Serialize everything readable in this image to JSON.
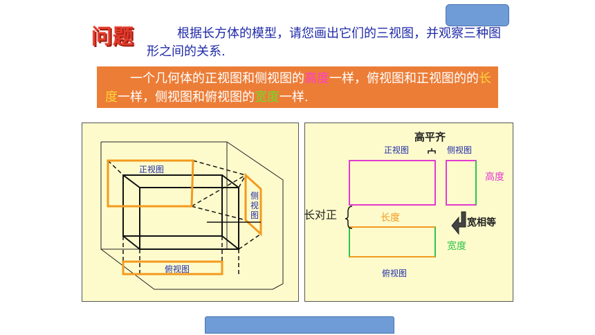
{
  "slide": {
    "title": "问题",
    "question": "根据长方体的模型，请您画出它们的三视图，并观察三种图形之间的关系.",
    "rule": {
      "part1": "一个几何体的正视图和侧视图的",
      "hl1": "高度",
      "part2": "一样，俯视图和正视图的的",
      "hl2": "长度",
      "part3": "一样，侧视图和俯视图的",
      "hl3": "宽度",
      "part4": "一样."
    }
  },
  "left_figure": {
    "front_label": "正视图",
    "side_label": "侧视图",
    "top_label": "俯视图"
  },
  "right_figure": {
    "gao_ping_qi": "高平齐",
    "front_label": "正视图",
    "side_label": "侧视图",
    "height_label": "高度",
    "chang_dui_zheng": "长对正",
    "length_label": "长度",
    "kuan_xiang_deng": "宽相等",
    "width_label": "宽度",
    "top_label": "俯视图"
  },
  "colors": {
    "orange_box": "#ec7d37",
    "title_red": "#e23a2a",
    "text_blue": "#1f2aa8",
    "magenta": "#e23ad0",
    "green": "#2fc24a",
    "orange_line": "#f39a1e",
    "panel_bg": "#fdfbcc",
    "tab_blue": "#6f9bd6"
  }
}
